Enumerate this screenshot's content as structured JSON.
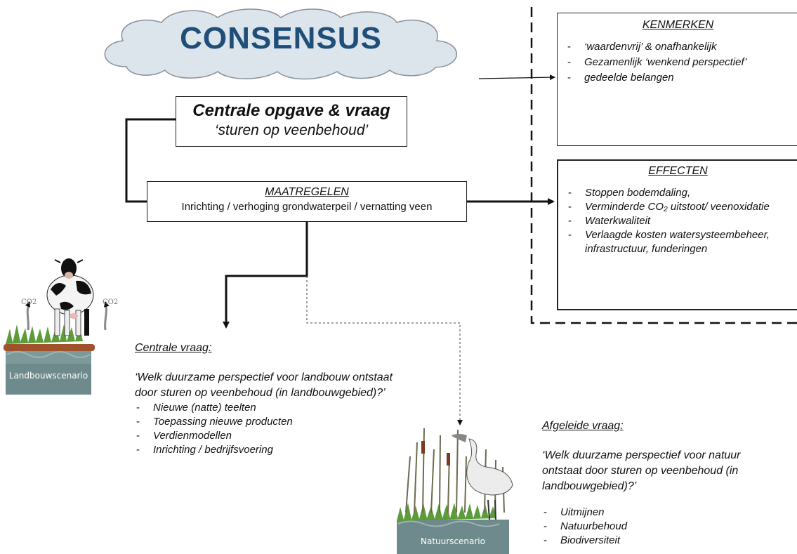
{
  "consensus": {
    "title": "CONSENSUS"
  },
  "central": {
    "title": "Centrale opgave & vraag",
    "subtitle": "‘sturen op veenbehoud’"
  },
  "maatregelen": {
    "title": "MAATREGELEN",
    "text": "Inrichting / verhoging grondwaterpeil / vernatting veen"
  },
  "kenmerken": {
    "title": "KENMERKEN",
    "items": [
      "‘waardenvrij’ & onafhankelijk",
      "Gezamenlijk ‘wenkend perspectief’",
      "gedeelde belangen"
    ]
  },
  "effecten": {
    "title": "EFFECTEN",
    "items": [
      "Stoppen bodemdaling,",
      "Verminderde CO₂ uitstoot/ veenoxidatie",
      "Waterkwaliteit",
      "Verlaagde kosten watersysteembeheer, infrastructuur, funderingen"
    ]
  },
  "landbouw": {
    "scenario_label": "Landbouwscenario",
    "co2_left": "CO2",
    "co2_right": "CO2",
    "question_title": "Centrale vraag:",
    "question": "‘Welk duurzame perspectief voor landbouw ontstaat door sturen op veenbehoud (in landbouwgebied)?’",
    "items": [
      "Nieuwe (natte) teelten",
      "Toepassing nieuwe producten",
      "Verdienmodellen",
      "Inrichting / bedrijfsvoering"
    ]
  },
  "natuur": {
    "scenario_label": "Natuurscenario",
    "question_title": "Afgeleide vraag:",
    "question": "‘Welk duurzame perspectief voor natuur ontstaat door sturen op veenbehoud (in landbouwgebied)?’",
    "items": [
      "Uitmijnen",
      "Natuurbehoud",
      "Biodiversiteit"
    ]
  },
  "colors": {
    "cloud_fill": "#dce4ec",
    "title": "#1f4e79",
    "water": "#6f8a8c",
    "grass": "#5d9c3a",
    "soil": "#a0522d"
  }
}
